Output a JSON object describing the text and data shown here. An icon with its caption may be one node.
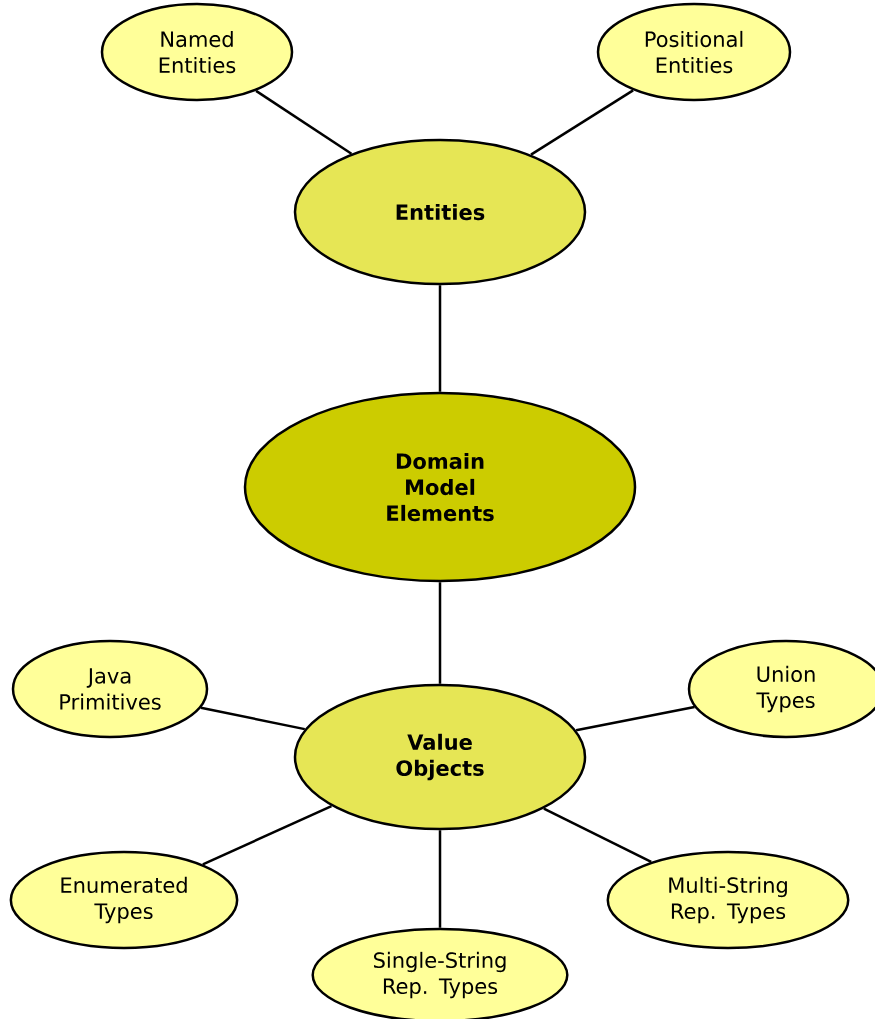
{
  "diagram": {
    "nodes": [
      {
        "text": [
          "Named Entities"
        ]
      },
      {
        "text": [
          "Positional Entities"
        ]
      },
      {
        "text": [
          "Entities"
        ]
      },
      {
        "text": [
          "Domain Model Elements"
        ]
      },
      {
        "text": [
          "Java Primitives"
        ]
      },
      {
        "text": [
          "Union Types"
        ]
      },
      {
        "text": [
          "Value Objects"
        ]
      },
      {
        "text": [
          "Enumerated Types"
        ]
      },
      {
        "text": [
          "Multi-String Rep. Types"
        ]
      },
      {
        "text": [
          "Single-String Rep. Types"
        ]
      }
    ],
    "edges": [
      {
        "from": 2,
        "to": 0,
        "arrow": "none"
      },
      {
        "from": 2,
        "to": 1,
        "arrow": "none"
      },
      {
        "from": 3,
        "to": 2,
        "arrow": "none"
      },
      {
        "from": 3,
        "to": 6,
        "arrow": "none"
      },
      {
        "from": 6,
        "to": 4,
        "arrow": "none"
      },
      {
        "from": 6,
        "to": 5,
        "arrow": "none"
      },
      {
        "from": 6,
        "to": 7,
        "arrow": "none"
      },
      {
        "from": 6,
        "to": 9,
        "arrow": "none"
      },
      {
        "from": 6,
        "to": 8,
        "arrow": "none"
      }
    ]
  }
}
